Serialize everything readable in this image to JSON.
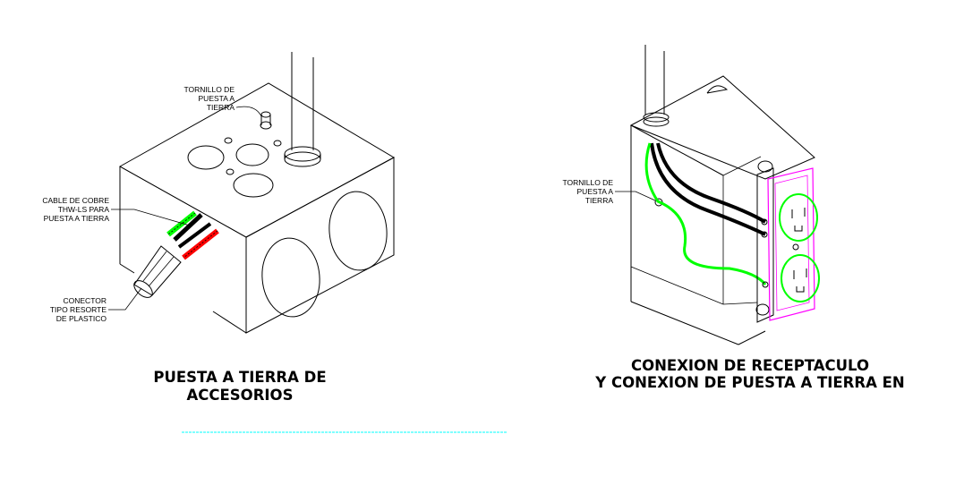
{
  "left_figure": {
    "labels": {
      "screw_line1": "TORNILLO DE",
      "screw_line2": "PUESTA A",
      "screw_line3": "TIERRA",
      "cable_line1": "CABLE DE COBRE",
      "cable_line2": "THW-LS PARA",
      "cable_line3": "PUESTA A TIERRA",
      "conn_line1": "CONECTOR",
      "conn_line2": "TIPO RESORTE",
      "conn_line3": "DE PLASTICO"
    },
    "title_line1": "PUESTA A TIERRA DE",
    "title_line2": "ACCESORIOS"
  },
  "right_figure": {
    "labels": {
      "screw_line1": "TORNILLO DE",
      "screw_line2": "PUESTA A",
      "screw_line3": "TIERRA"
    },
    "title_line1": "CONEXION DE RECEPTACULO",
    "title_line2": "Y CONEXION DE PUESTA A TIERRA EN"
  },
  "colors": {
    "ground_wire": "#00ff00",
    "hot_wire": "#ff0000",
    "receptacle_outline": "#ff00ff",
    "separator_line": "#00ffff"
  }
}
